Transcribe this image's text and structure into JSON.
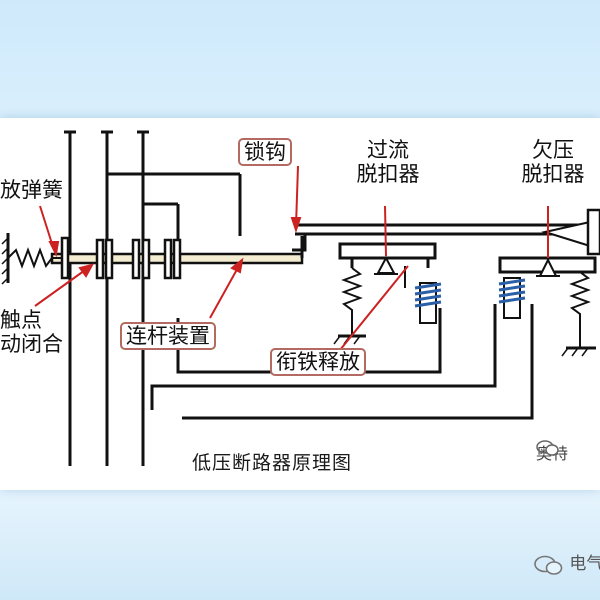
{
  "diagram": {
    "caption": "低压断路器原理图",
    "labels": {
      "spring": "放弹簧",
      "contact_line1": "触点",
      "contact_line2": "动闭合",
      "linkage": "连杆装置",
      "latch": "锁钩",
      "overcurrent_line1": "过流",
      "overcurrent_line2": "脱扣器",
      "undervoltage_line1": "欠压",
      "undervoltage_line2": "脱扣器",
      "armature": "衔铁释放"
    }
  },
  "watermarks": {
    "card": "奥特",
    "bottom": "电气"
  },
  "colors": {
    "line": "#111111",
    "coil": "#2b5fa8",
    "arrow": "#cc2222",
    "label_border": "#b26a62"
  }
}
